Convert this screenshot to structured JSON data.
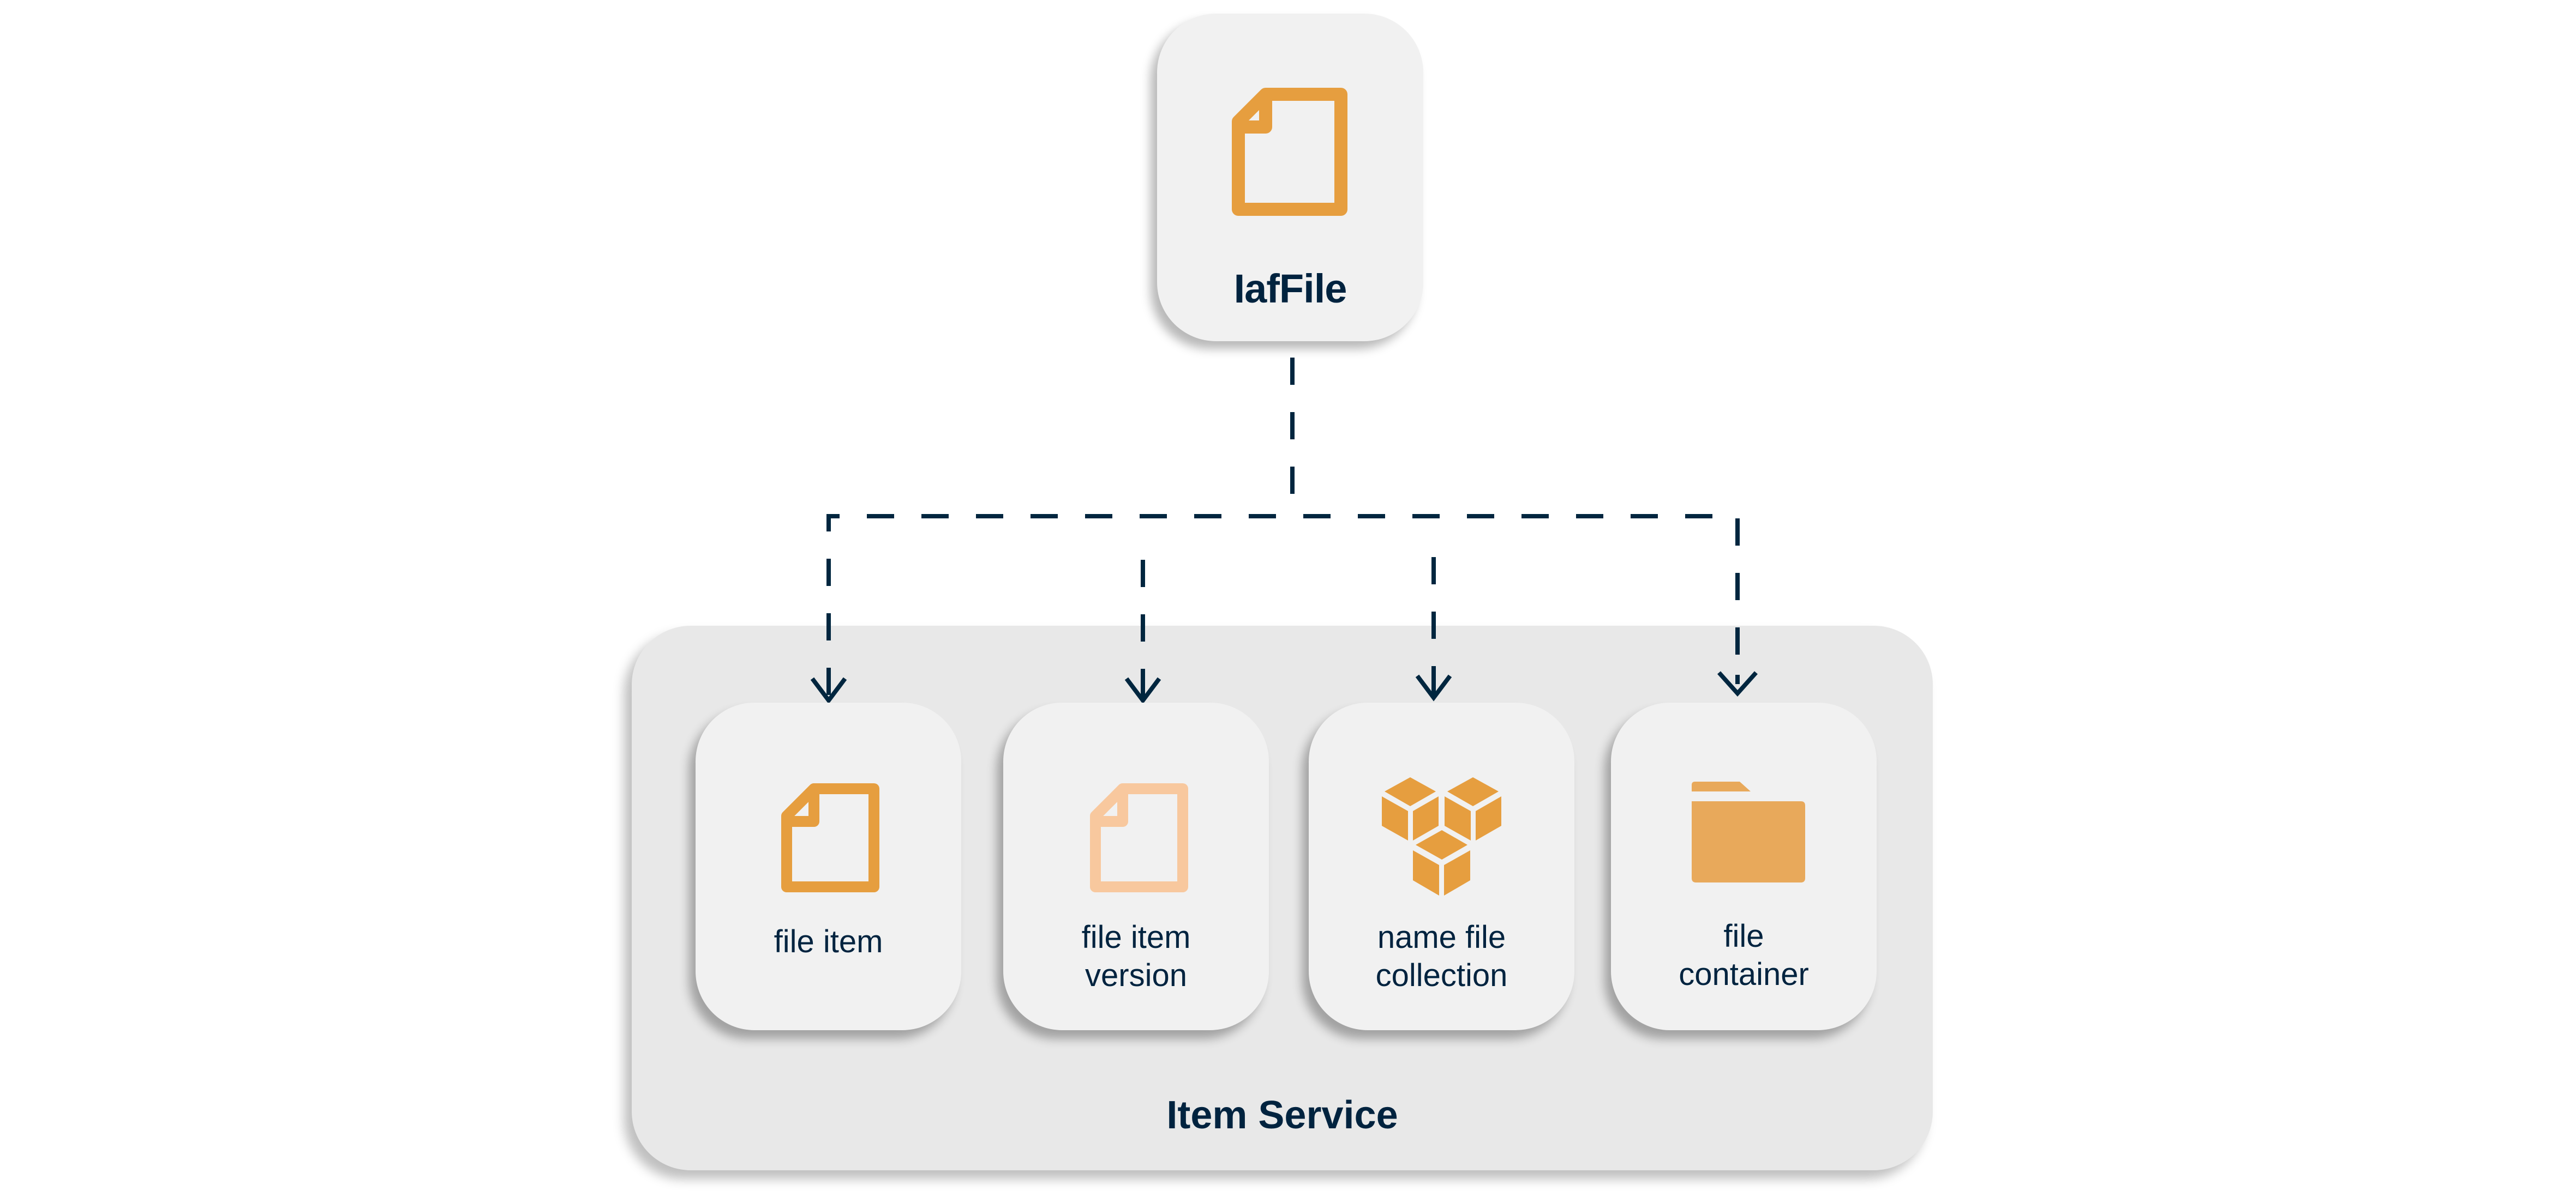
{
  "diagram": {
    "source": {
      "label": "IafFile",
      "icon": "document-outline-icon",
      "icon_color": "#e69e3f"
    },
    "group": {
      "label": "Item Service",
      "background_color": "#e8e8e8"
    },
    "targets": [
      {
        "id": "file-item",
        "label_lines": [
          "file item"
        ],
        "icon": "document-outline-icon",
        "icon_color": "#e69e3f"
      },
      {
        "id": "file-item-version",
        "label_lines": [
          "file item",
          "version"
        ],
        "icon": "document-outline-icon",
        "icon_color": "#f8c89e"
      },
      {
        "id": "name-file-collection",
        "label_lines": [
          "name file",
          "collection"
        ],
        "icon": "cubes-icon",
        "icon_color": "#e69e3f"
      },
      {
        "id": "file-container",
        "label_lines": [
          "file",
          "container"
        ],
        "icon": "folder-icon",
        "icon_color": "#e8a95b"
      }
    ],
    "connector": {
      "style": "dashed",
      "color": "#00263f",
      "arrowhead": "open-arrow-down"
    }
  }
}
